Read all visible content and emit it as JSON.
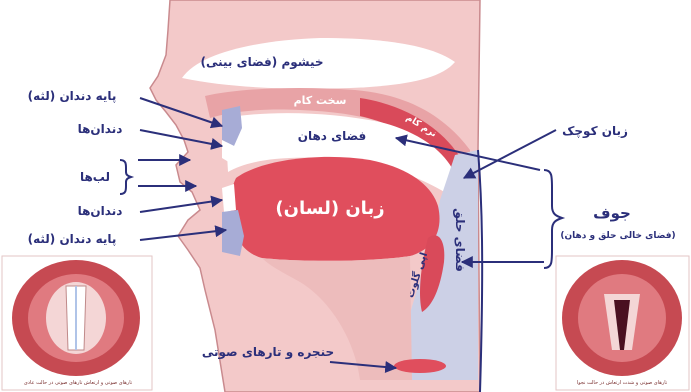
{
  "labels": {
    "nasal_cavity": "خیشوم (فضای بینی)",
    "hard_palate": "سخت کام",
    "soft_palate": "نرم کام",
    "oral_cavity": "فضای دهان",
    "uvula": "زبان کوچک",
    "tongue": "زبان (لسان)",
    "upper_gum": "پایه دندان (لثه)",
    "upper_teeth": "دندان‌ها",
    "lips": "لب‌ها",
    "lower_teeth": "دندان‌ها",
    "lower_gum": "پایه دندان (لثه)",
    "cavity_title": "جوف",
    "cavity_sub": "(فضای خالی حلق و دهان)",
    "pharynx": "فضای حلق",
    "epiglottis": "اپی گلوت",
    "larynx": "حنجره و تارهای صوتی",
    "caption_left": "تارهای صوتی و ارتعاش تارهای صوتی در حالت عادی",
    "caption_right": "تارهای صوتی و شدت ارتعاش در حالت نجوا"
  },
  "colors": {
    "flesh": "#f3c9c9",
    "pink": "#e8a3a6",
    "red": "#d94a5a",
    "dark_red": "#b8323f",
    "navy": "#2b2f7a",
    "lavender": "#ccd0e6",
    "white": "#ffffff"
  }
}
